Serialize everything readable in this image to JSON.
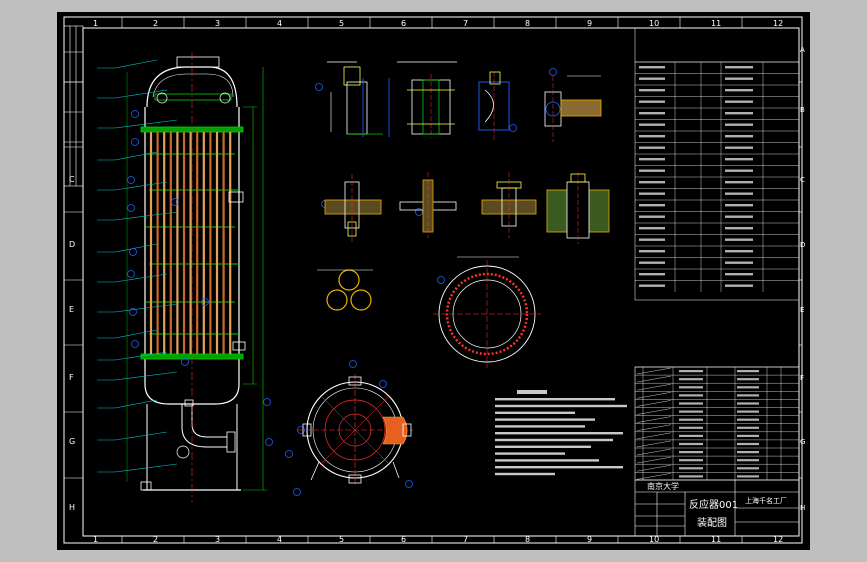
{
  "application": "CAD drawing viewer",
  "drawing": {
    "column_labels": [
      "1",
      "2",
      "3",
      "4",
      "5",
      "6",
      "7",
      "8",
      "9",
      "10",
      "11",
      "12"
    ],
    "row_labels": [
      "A",
      "B",
      "C",
      "D",
      "E",
      "F",
      "G",
      "H"
    ],
    "title_block": {
      "drawing_name": "反应器001",
      "sheet_type": "装配图",
      "company": "上海千名工厂",
      "university": "南京大学"
    },
    "colors": {
      "background": "#000000",
      "frame": "#ffffff",
      "tubes": "#e0a060",
      "tubes_dark": "#c86a2a",
      "shell": "#ffffff",
      "dimension": "#00d000",
      "leader": "#00c8c8",
      "hatch": "#e8b000",
      "balloon": "#2060ff",
      "yellow": "#ffff40",
      "red": "#ff3030",
      "center": "#ff3030",
      "grey_bg": "#bfbfbf"
    }
  }
}
